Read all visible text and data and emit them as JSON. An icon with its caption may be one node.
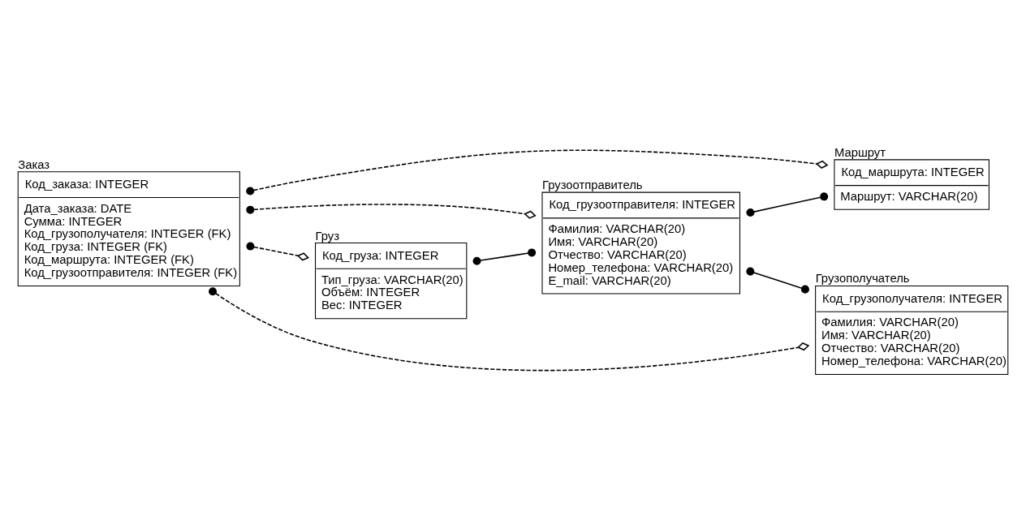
{
  "diagram": {
    "nodes": [
      {
        "text": [
          "Заказ",
          "Код_заказа: INTEGER",
          "Дата_заказа: DATE",
          "Сумма: INTEGER",
          "Код_грузополучателя: INTEGER (FK)",
          "Код_груза: INTEGER (FK)",
          "Код_маршрута: INTEGER (FK)",
          "Код_грузоотправителя: INTEGER (FK)"
        ]
      },
      {
        "text": [
          "Груз",
          "Код_груза: INTEGER",
          "Тип_груза: VARCHAR(20)",
          "Объём: INTEGER",
          "Вес: INTEGER"
        ]
      },
      {
        "text": [
          "Грузоотправитель",
          "Код_грузоотправителя: INTEGER",
          "Фамилия: VARCHAR(20)",
          "Имя: VARCHAR(20)",
          "Отчество: VARCHAR(20)",
          "Номер_телефона: VARCHAR(20)",
          "E_mail: VARCHAR(20)"
        ]
      },
      {
        "text": [
          "Маршрут",
          "Код_маршрута: INTEGER",
          "Маршрут: VARCHAR(20)"
        ]
      },
      {
        "text": [
          "Грузополучатель",
          "Код_грузополучателя: INTEGER",
          "Фамилия: VARCHAR(20)",
          "Имя: VARCHAR(20)",
          "Отчество: VARCHAR(20)",
          "Номер_телефона: VARCHAR(20)"
        ]
      }
    ],
    "edges": [
      {
        "from": 0,
        "to": 2,
        "arrow": "other",
        "style": "dashed"
      },
      {
        "from": 0,
        "to": 1,
        "arrow": "other",
        "style": "dashed"
      },
      {
        "from": 0,
        "to": 3,
        "arrow": "other",
        "style": "dashed"
      },
      {
        "from": 0,
        "to": 4,
        "arrow": "other",
        "style": "dashed"
      },
      {
        "from": 1,
        "to": 2,
        "arrow": "other"
      },
      {
        "from": 2,
        "to": 3,
        "arrow": "other"
      },
      {
        "from": 2,
        "to": 4,
        "arrow": "other"
      }
    ]
  }
}
